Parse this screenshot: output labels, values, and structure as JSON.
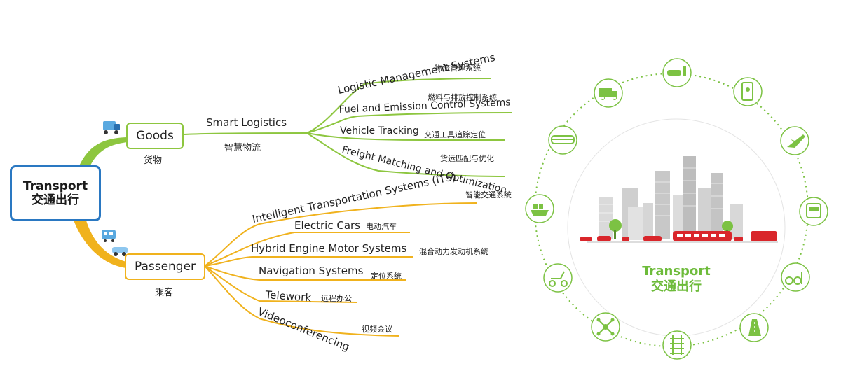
{
  "root": {
    "title_en": "Transport",
    "title_cn": "交通出行"
  },
  "goods": {
    "label": "Goods",
    "label_cn": "货物",
    "hub_en": "Smart Logistics",
    "hub_cn": "智慧物流",
    "branches": [
      {
        "en": "Logistic Management Systems",
        "cn": "物流管理系统"
      },
      {
        "en": "Fuel and Emission Control Systems",
        "cn": "燃料与排放控制系统"
      },
      {
        "en": "Vehicle Tracking",
        "cn": "交通工具追踪定位"
      },
      {
        "en": "Freight Matching and Optimization",
        "cn": "货运匹配与优化"
      }
    ]
  },
  "passenger": {
    "label": "Passenger",
    "label_cn": "乘客",
    "branches": [
      {
        "en": "Intelligent Transportation Systems (ITS)",
        "cn": "智能交通系统"
      },
      {
        "en": "Electric Cars",
        "cn": "电动汽车"
      },
      {
        "en": "Hybrid Engine Motor Systems",
        "cn": "混合动力发动机系统"
      },
      {
        "en": "Navigation Systems",
        "cn": "定位系统"
      },
      {
        "en": "Telework",
        "cn": "远程办公"
      },
      {
        "en": "Videoconferencing",
        "cn": "视频会议"
      }
    ]
  },
  "circle": {
    "title_en": "Transport",
    "title_cn": "交通出行"
  },
  "icons": [
    "car-charging-icon",
    "smartphone-map-icon",
    "airplane-icon",
    "bus-icon",
    "bicycle-pedestrian-icon",
    "road-icon",
    "railway-track-icon",
    "network-node-icon",
    "scooter-icon",
    "cargo-ship-icon",
    "train-icon",
    "delivery-truck-icon"
  ],
  "colors": {
    "goods": "#8dc63f",
    "passenger": "#f0b21d",
    "root_border": "#2a78c2",
    "ring": "#7cc243",
    "car_red": "#d9262b"
  }
}
